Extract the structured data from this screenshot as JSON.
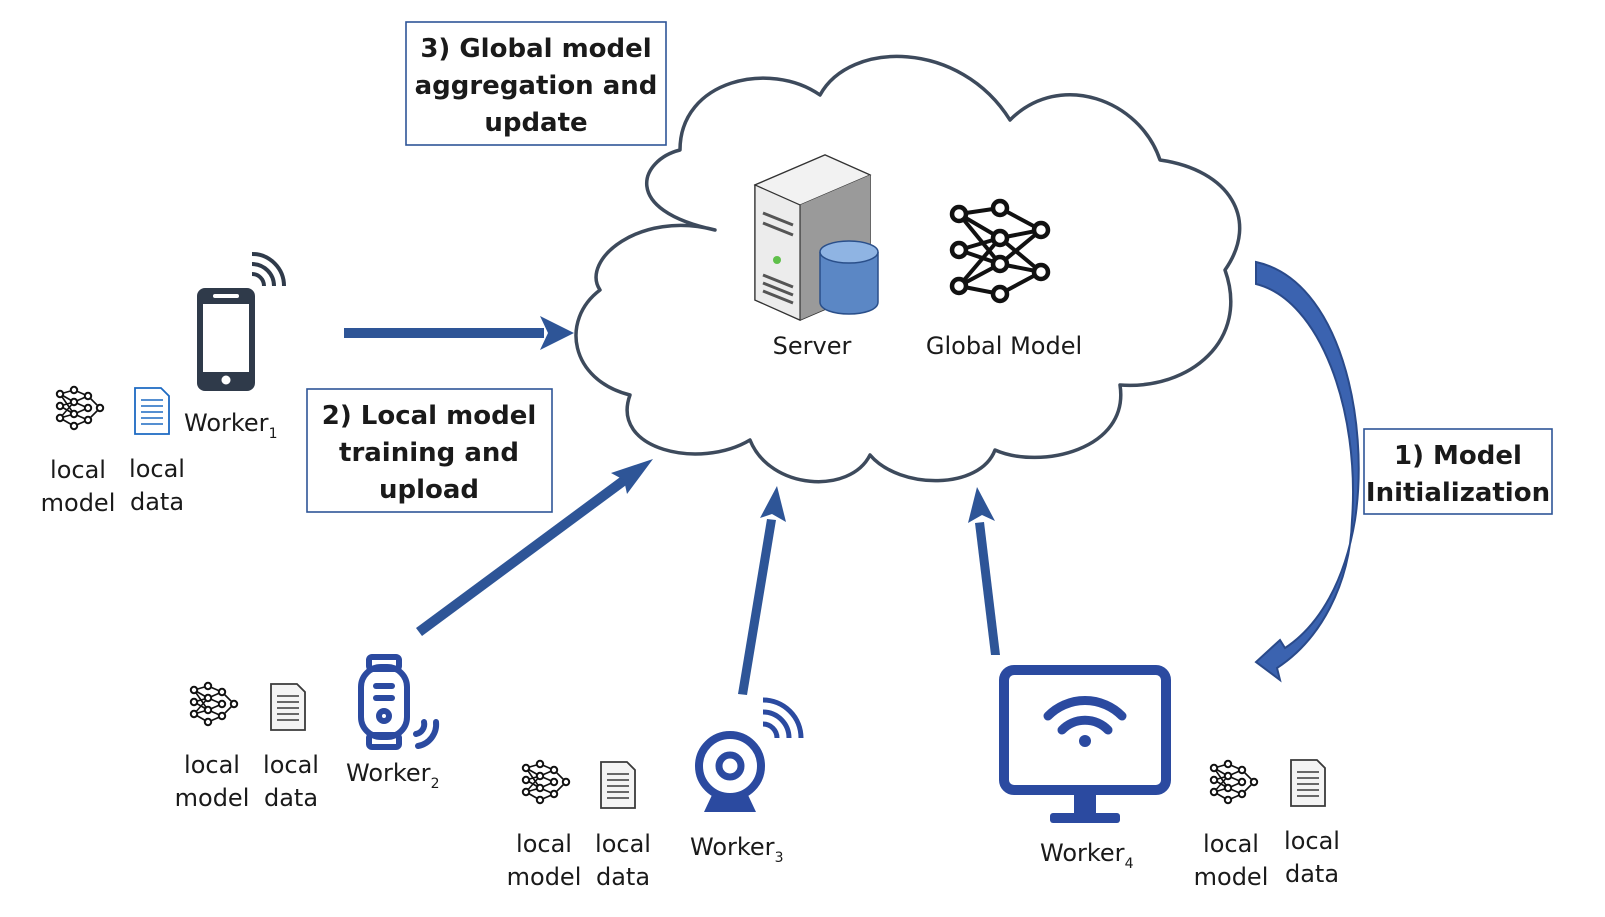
{
  "steps": {
    "global_aggregation": [
      "3) Global model",
      "aggregation and",
      "update"
    ],
    "local_training": [
      "2) Local model",
      "training and",
      "upload"
    ],
    "model_init": [
      "1) Model",
      "Initialization"
    ]
  },
  "server": {
    "server_label": "Server",
    "global_model_label": "Global Model"
  },
  "workers": [
    {
      "name": "Worker",
      "sub": "1",
      "model_label": [
        "local",
        "model"
      ],
      "data_label": [
        "local",
        "data"
      ]
    },
    {
      "name": "Worker",
      "sub": "2",
      "model_label": [
        "local",
        "model"
      ],
      "data_label": [
        "local",
        "data"
      ]
    },
    {
      "name": "Worker",
      "sub": "3",
      "model_label": [
        "local",
        "model"
      ],
      "data_label": [
        "local",
        "data"
      ]
    },
    {
      "name": "Worker",
      "sub": "4",
      "model_label": [
        "local",
        "model"
      ],
      "data_label": [
        "local",
        "data"
      ]
    }
  ],
  "colors": {
    "arrow": "#2e5597",
    "device": "#2b4aa0",
    "cloud_stroke": "#3d4a5c",
    "box_stroke": "#2e5597",
    "phone": "#2f3a4a"
  }
}
